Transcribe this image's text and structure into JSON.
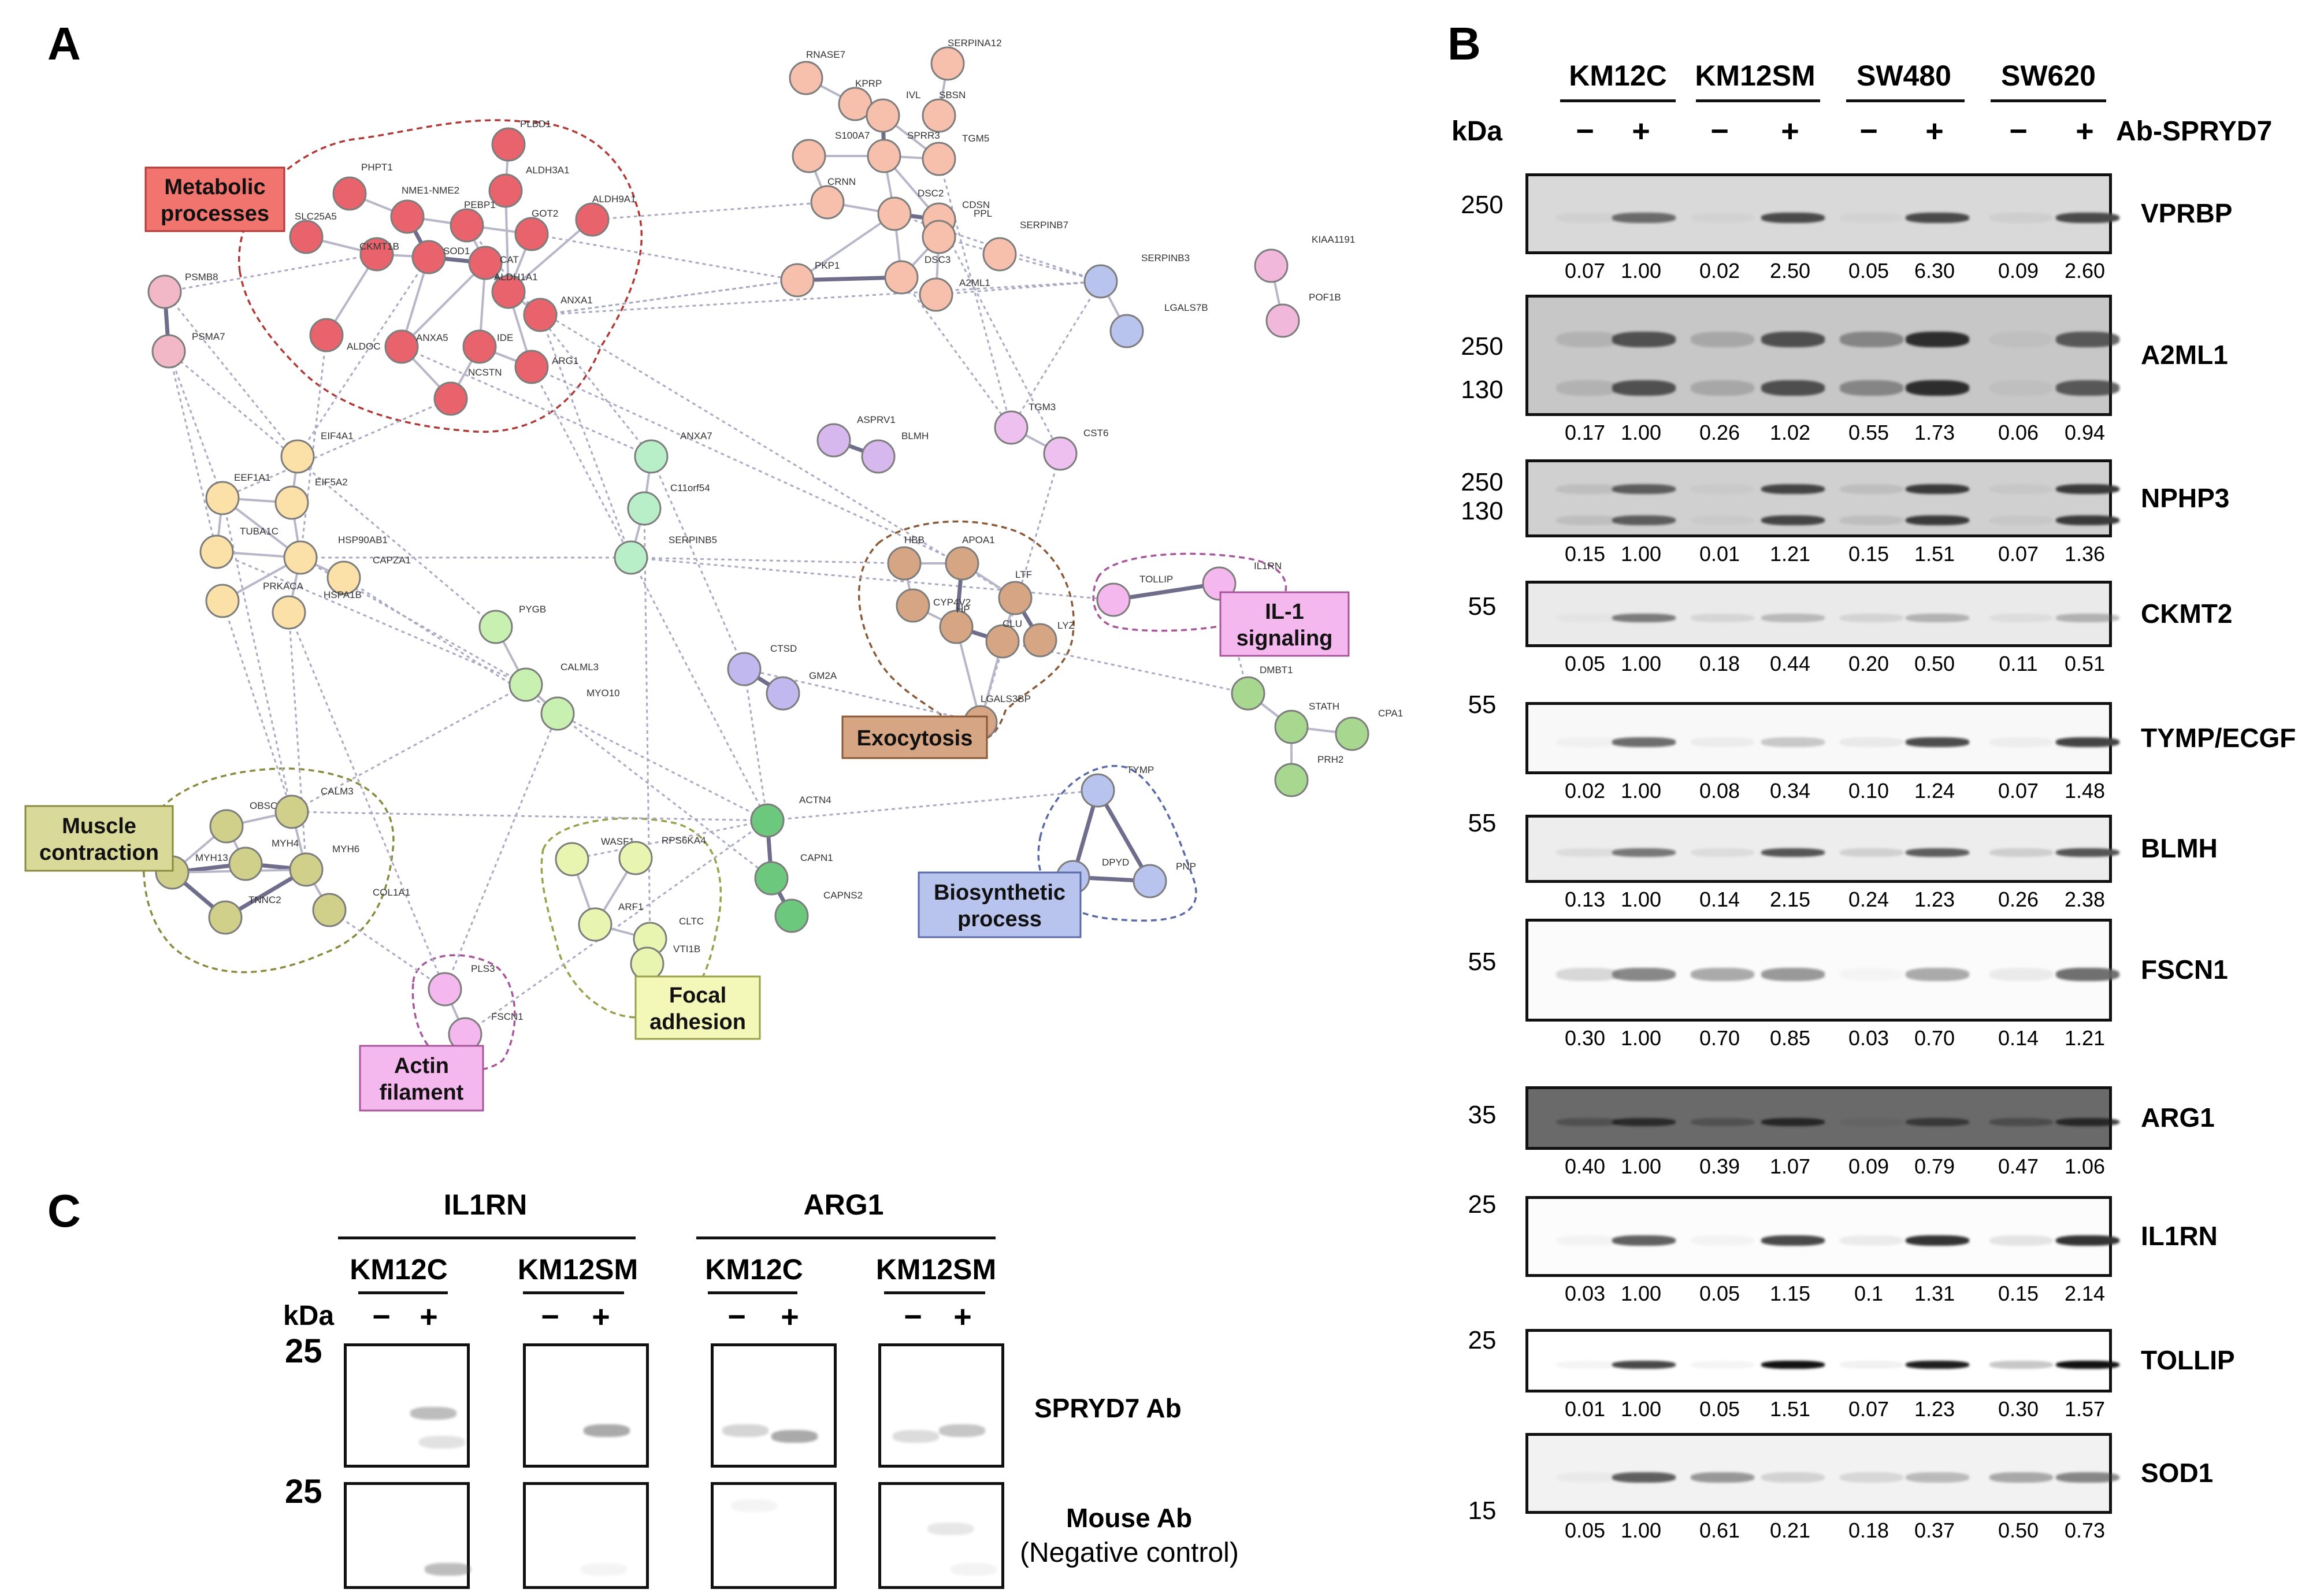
{
  "panels": {
    "a": "A",
    "b": "B",
    "c": "C"
  },
  "network": {
    "clusters": [
      {
        "label": "Metabolic\nprocesses",
        "color": "#f2746f",
        "stroke": "#b03a38"
      },
      {
        "label": "Exocytosis",
        "color": "#d6a584",
        "stroke": "#8a5a38"
      },
      {
        "label": "IL-1\nsignaling",
        "color": "#f5b8ee",
        "stroke": "#a8569c"
      },
      {
        "label": "Muscle\ncontraction",
        "color": "#d9d99a",
        "stroke": "#8a8a40"
      },
      {
        "label": "Focal\nadhesion",
        "color": "#f3f7b8",
        "stroke": "#9aa04a"
      },
      {
        "label": "Biosynthetic\nprocess",
        "color": "#b8c3ee",
        "stroke": "#5a6aa8"
      },
      {
        "label": "Actin\nfilament",
        "color": "#f5b8ee",
        "stroke": "#a8569c"
      }
    ],
    "nodes": [
      {
        "id": "PLBD1",
        "c": "#e8636c"
      },
      {
        "id": "ALDH3A1",
        "c": "#e8636c"
      },
      {
        "id": "PHPT1",
        "c": "#e8636c"
      },
      {
        "id": "NME1-NME2",
        "c": "#e8636c"
      },
      {
        "id": "PEBP1",
        "c": "#e8636c"
      },
      {
        "id": "GOT2",
        "c": "#e8636c"
      },
      {
        "id": "ALDH9A1",
        "c": "#e8636c"
      },
      {
        "id": "SLC25A5",
        "c": "#e8636c"
      },
      {
        "id": "CKMT1B",
        "c": "#e8636c"
      },
      {
        "id": "SOD1",
        "c": "#e8636c"
      },
      {
        "id": "CAT",
        "c": "#e8636c"
      },
      {
        "id": "ALDH1A1",
        "c": "#e8636c"
      },
      {
        "id": "ANXA1",
        "c": "#e8636c"
      },
      {
        "id": "ALDOC",
        "c": "#e8636c"
      },
      {
        "id": "ANXA5",
        "c": "#e8636c"
      },
      {
        "id": "IDE",
        "c": "#e8636c"
      },
      {
        "id": "ARG1",
        "c": "#e8636c"
      },
      {
        "id": "NCSTN",
        "c": "#e8636c"
      },
      {
        "id": "PSMB8",
        "c": "#f2b8c8"
      },
      {
        "id": "PSMA7",
        "c": "#f2b8c8"
      },
      {
        "id": "RNASE7",
        "c": "#f6c0ac"
      },
      {
        "id": "KPRP",
        "c": "#f6c0ac"
      },
      {
        "id": "SERPINA12",
        "c": "#f6c0ac"
      },
      {
        "id": "IVL",
        "c": "#f6c0ac"
      },
      {
        "id": "SBSN",
        "c": "#f6c0ac"
      },
      {
        "id": "S100A7",
        "c": "#f6c0ac"
      },
      {
        "id": "SPRR3",
        "c": "#f6c0ac"
      },
      {
        "id": "TGM5",
        "c": "#f6c0ac"
      },
      {
        "id": "CRNN",
        "c": "#f6c0ac"
      },
      {
        "id": "DSC2",
        "c": "#f6c0ac"
      },
      {
        "id": "CDSN",
        "c": "#f6c0ac"
      },
      {
        "id": "PPL",
        "c": "#f6c0ac"
      },
      {
        "id": "SERPINB7",
        "c": "#f6c0ac"
      },
      {
        "id": "PKP1",
        "c": "#f6c0ac"
      },
      {
        "id": "DSC3",
        "c": "#f6c0ac"
      },
      {
        "id": "A2ML1",
        "c": "#f6c0ac"
      },
      {
        "id": "SERPINB3",
        "c": "#b8c3ee"
      },
      {
        "id": "LGALS7B",
        "c": "#b8c3ee"
      },
      {
        "id": "KIAA1191",
        "c": "#f2b8dc"
      },
      {
        "id": "POF1B",
        "c": "#f2b8dc"
      },
      {
        "id": "ASPRV1",
        "c": "#d6b8ee"
      },
      {
        "id": "BLMH",
        "c": "#d6b8ee"
      },
      {
        "id": "TGM3",
        "c": "#eec0f0"
      },
      {
        "id": "CST6",
        "c": "#eec0f0"
      },
      {
        "id": "EIF4A1",
        "c": "#fbe0a8"
      },
      {
        "id": "EEF1A1",
        "c": "#fbe0a8"
      },
      {
        "id": "EIF5A2",
        "c": "#fbe0a8"
      },
      {
        "id": "TUBA1C",
        "c": "#fbe0a8"
      },
      {
        "id": "HSP90AB1",
        "c": "#fbe0a8"
      },
      {
        "id": "CAPZA1",
        "c": "#fbe0a8"
      },
      {
        "id": "PRKACA",
        "c": "#fbe0a8"
      },
      {
        "id": "HSPA1B",
        "c": "#fbe0a8"
      },
      {
        "id": "ANXA7",
        "c": "#b8eec8"
      },
      {
        "id": "C11orf54",
        "c": "#b8eec8"
      },
      {
        "id": "SERPINB5",
        "c": "#b8eec8"
      },
      {
        "id": "PYGB",
        "c": "#c8f0b0"
      },
      {
        "id": "CALML3",
        "c": "#c8f0b0"
      },
      {
        "id": "MYO10",
        "c": "#c8f0b0"
      },
      {
        "id": "CTSD",
        "c": "#c0b8ee"
      },
      {
        "id": "GM2A",
        "c": "#c0b8ee"
      },
      {
        "id": "HBB",
        "c": "#d6a584"
      },
      {
        "id": "APOA1",
        "c": "#d6a584"
      },
      {
        "id": "CYP4V2",
        "c": "#d6a584"
      },
      {
        "id": "LTF",
        "c": "#d6a584"
      },
      {
        "id": "HP",
        "c": "#d6a584"
      },
      {
        "id": "CLU",
        "c": "#d6a584"
      },
      {
        "id": "LYZ",
        "c": "#d6a584"
      },
      {
        "id": "LGALS3BP",
        "c": "#d6a584"
      },
      {
        "id": "TOLLIP",
        "c": "#f5b8ee"
      },
      {
        "id": "IL1RN",
        "c": "#f5b8ee"
      },
      {
        "id": "DMBT1",
        "c": "#a8d890"
      },
      {
        "id": "STATH",
        "c": "#a8d890"
      },
      {
        "id": "CPA1",
        "c": "#a8d890"
      },
      {
        "id": "PRH2",
        "c": "#a8d890"
      },
      {
        "id": "OBSCN",
        "c": "#d0d08a"
      },
      {
        "id": "CALM3",
        "c": "#d0d08a"
      },
      {
        "id": "MYH13",
        "c": "#d0d08a"
      },
      {
        "id": "MYH4",
        "c": "#d0d08a"
      },
      {
        "id": "MYH6",
        "c": "#d0d08a"
      },
      {
        "id": "TNNC2",
        "c": "#d0d08a"
      },
      {
        "id": "COL1A1",
        "c": "#d0d08a"
      },
      {
        "id": "WASF1",
        "c": "#e8f5b0"
      },
      {
        "id": "RPS6KA4",
        "c": "#e8f5b0"
      },
      {
        "id": "ARF1",
        "c": "#e8f5b0"
      },
      {
        "id": "CLTC",
        "c": "#e8f5b0"
      },
      {
        "id": "VTI1B",
        "c": "#e8f5b0"
      },
      {
        "id": "ACTN4",
        "c": "#6cc87c"
      },
      {
        "id": "CAPN1",
        "c": "#6cc87c"
      },
      {
        "id": "CAPNS2",
        "c": "#6cc87c"
      },
      {
        "id": "TYMP",
        "c": "#b8c3ee"
      },
      {
        "id": "DPYD",
        "c": "#b8c3ee"
      },
      {
        "id": "PNP",
        "c": "#b8c3ee"
      },
      {
        "id": "PLS3",
        "c": "#f5b8ee"
      },
      {
        "id": "FSCN1",
        "c": "#f5b8ee"
      }
    ]
  },
  "panel_b": {
    "cell_lines": [
      "KM12C",
      "KM12SM",
      "SW480",
      "SW620"
    ],
    "kda_label": "kDa",
    "minus": "−",
    "plus": "+",
    "antibody_label": "Ab-SPRYD7",
    "blots": [
      {
        "protein": "VPRBP",
        "markers": [
          "250"
        ],
        "values": [
          "0.07",
          "1.00",
          "0.02",
          "2.50",
          "0.05",
          "6.30",
          "0.09",
          "2.60"
        ]
      },
      {
        "protein": "A2ML1",
        "markers": [
          "250",
          "130"
        ],
        "values": [
          "0.17",
          "1.00",
          "0.26",
          "1.02",
          "0.55",
          "1.73",
          "0.06",
          "0.94"
        ]
      },
      {
        "protein": "NPHP3",
        "markers": [
          "250",
          "130"
        ],
        "values": [
          "0.15",
          "1.00",
          "0.01",
          "1.21",
          "0.15",
          "1.51",
          "0.07",
          "1.36"
        ]
      },
      {
        "protein": "CKMT2",
        "markers": [
          "55"
        ],
        "values": [
          "0.05",
          "1.00",
          "0.18",
          "0.44",
          "0.20",
          "0.50",
          "0.11",
          "0.51"
        ]
      },
      {
        "protein": "TYMP/ECGF",
        "markers": [
          "55"
        ],
        "values": [
          "0.02",
          "1.00",
          "0.08",
          "0.34",
          "0.10",
          "1.24",
          "0.07",
          "1.48"
        ]
      },
      {
        "protein": "BLMH",
        "markers": [
          "55"
        ],
        "values": [
          "0.13",
          "1.00",
          "0.14",
          "2.15",
          "0.24",
          "1.23",
          "0.26",
          "2.38"
        ]
      },
      {
        "protein": "FSCN1",
        "markers": [
          "55"
        ],
        "values": [
          "0.30",
          "1.00",
          "0.70",
          "0.85",
          "0.03",
          "0.70",
          "0.14",
          "1.21"
        ]
      },
      {
        "protein": "ARG1",
        "markers": [
          "35"
        ],
        "values": [
          "0.40",
          "1.00",
          "0.39",
          "1.07",
          "0.09",
          "0.79",
          "0.47",
          "1.06"
        ]
      },
      {
        "protein": "IL1RN",
        "markers": [
          "25"
        ],
        "values": [
          "0.03",
          "1.00",
          "0.05",
          "1.15",
          "0.1",
          "1.31",
          "0.15",
          "2.14"
        ]
      },
      {
        "protein": "TOLLIP",
        "markers": [
          "25"
        ],
        "values": [
          "0.01",
          "1.00",
          "0.05",
          "1.51",
          "0.07",
          "1.23",
          "0.30",
          "1.57"
        ]
      },
      {
        "protein": "SOD1",
        "markers": [
          "15"
        ],
        "values": [
          "0.05",
          "1.00",
          "0.61",
          "0.21",
          "0.18",
          "0.37",
          "0.50",
          "0.73"
        ]
      }
    ]
  },
  "panel_c": {
    "groups": [
      "IL1RN",
      "ARG1"
    ],
    "cell_lines": [
      "KM12C",
      "KM12SM",
      "KM12C",
      "KM12SM"
    ],
    "kda_label": "kDa",
    "minus": "−",
    "plus": "+",
    "marker": "25",
    "row1_label": "SPRYD7 Ab",
    "row2_label": "Mouse Ab",
    "row2_sub": "(Negative control)"
  }
}
